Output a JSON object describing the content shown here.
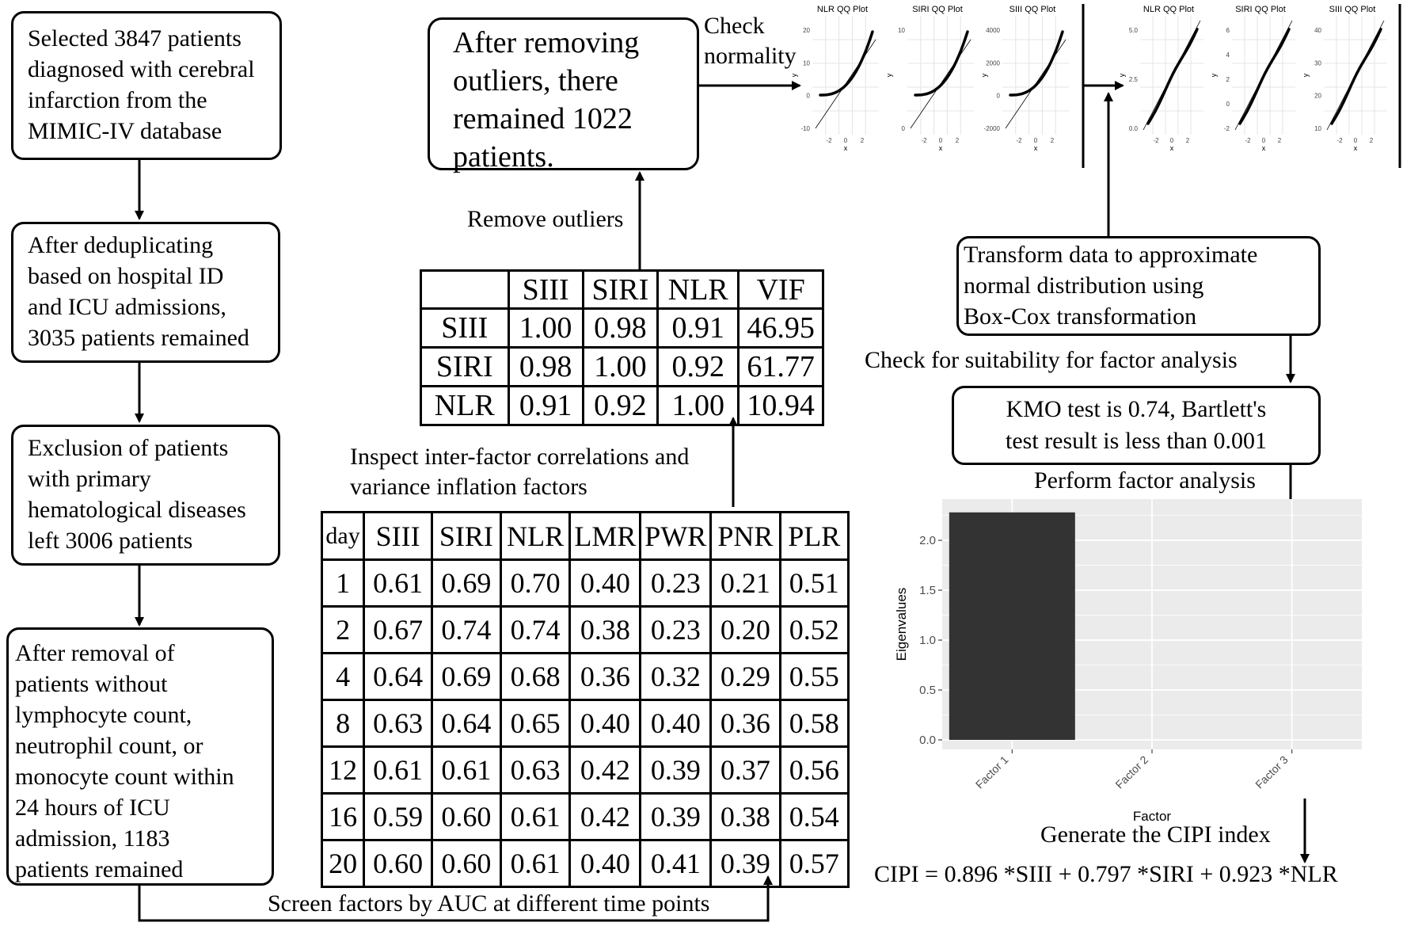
{
  "left_flow": [
    {
      "text": "Selected 3847 patients\ndiagnosed with cerebral\ninfarction from the\nMIMIC-IV database"
    },
    {
      "text": "After deduplicating\nbased on hospital ID\nand ICU admissions,\n3035 patients remained"
    },
    {
      "text": "Exclusion of patients\nwith primary\nhematological diseases\nleft 3006 patients"
    },
    {
      "text": "After removal of\npatients without\nlymphocyte count,\nneutrophil count, or\nmonocyte count within\n24 hours of ICU\nadmission, 1183\npatients remained"
    }
  ],
  "labels": {
    "screen_auc": "Screen factors by AUC at different time points",
    "inspect": "Inspect inter-factor correlations and\nvariance inflation factors",
    "remove_outliers": "Remove outliers",
    "check_normality": "Check\nnormality",
    "check_suitability": "Check for suitability for factor analysis",
    "perform_fa": "Perform factor analysis",
    "generate_cipi": "Generate the CIPI index",
    "cipi_formula": "CIPI = 0.896 *SIII + 0.797 *SIRI + 0.923 *NLR"
  },
  "boxes": {
    "outliers_removed": "After removing\noutliers, there\nremained 1022\npatients.",
    "boxcox": "Transform data to approximate\nnormal distribution using\nBox-Cox transformation",
    "kmo": "KMO test is 0.74, Bartlett's\ntest result is less than 0.001"
  },
  "auc_table": {
    "headers": [
      "day",
      "SIII",
      "SIRI",
      "NLR",
      "LMR",
      "PWR",
      "PNR",
      "PLR"
    ],
    "rows": [
      [
        "1",
        "0.61",
        "0.69",
        "0.70",
        "0.40",
        "0.23",
        "0.21",
        "0.51"
      ],
      [
        "2",
        "0.67",
        "0.74",
        "0.74",
        "0.38",
        "0.23",
        "0.20",
        "0.52"
      ],
      [
        "4",
        "0.64",
        "0.69",
        "0.68",
        "0.36",
        "0.32",
        "0.29",
        "0.55"
      ],
      [
        "8",
        "0.63",
        "0.64",
        "0.65",
        "0.40",
        "0.40",
        "0.36",
        "0.58"
      ],
      [
        "12",
        "0.61",
        "0.61",
        "0.63",
        "0.42",
        "0.39",
        "0.37",
        "0.56"
      ],
      [
        "16",
        "0.59",
        "0.60",
        "0.61",
        "0.42",
        "0.39",
        "0.38",
        "0.54"
      ],
      [
        "20",
        "0.60",
        "0.60",
        "0.61",
        "0.40",
        "0.41",
        "0.39",
        "0.57"
      ]
    ]
  },
  "corr_table": {
    "headers": [
      "",
      "SIII",
      "SIRI",
      "NLR",
      "VIF"
    ],
    "rows": [
      [
        "SIII",
        "1.00",
        "0.98",
        "0.91",
        "46.95"
      ],
      [
        "SIRI",
        "0.98",
        "1.00",
        "0.92",
        "61.77"
      ],
      [
        "NLR",
        "0.91",
        "0.92",
        "1.00",
        "10.94"
      ]
    ]
  },
  "qq_before": [
    {
      "title": "NLR QQ Plot",
      "yticks": [
        "20",
        "10",
        "0",
        "-10"
      ],
      "xticks": [
        "-2",
        "0",
        "2"
      ],
      "xlabel": "x",
      "ylabel": "y",
      "kind": "convex"
    },
    {
      "title": "SIRI QQ Plot",
      "yticks": [
        "10",
        "0"
      ],
      "xticks": [
        "-2",
        "0",
        "2"
      ],
      "xlabel": "x",
      "ylabel": "y",
      "kind": "convex"
    },
    {
      "title": "SIII QQ Plot",
      "yticks": [
        "4000",
        "2000",
        "0",
        "-2000"
      ],
      "xticks": [
        "-2",
        "0",
        "2"
      ],
      "xlabel": "x",
      "ylabel": "y",
      "kind": "convex"
    }
  ],
  "qq_after": [
    {
      "title": "NLR QQ Plot",
      "yticks": [
        "5.0",
        "2.5",
        "0.0"
      ],
      "xticks": [
        "-2",
        "0",
        "2"
      ],
      "xlabel": "x",
      "ylabel": "y",
      "kind": "linear"
    },
    {
      "title": "SIRI QQ Plot",
      "yticks": [
        "6",
        "4",
        "2",
        "0",
        "-2"
      ],
      "xticks": [
        "-2",
        "0",
        "2"
      ],
      "xlabel": "x",
      "ylabel": "y",
      "kind": "linear"
    },
    {
      "title": "SIII QQ Plot",
      "yticks": [
        "40",
        "30",
        "20",
        "10"
      ],
      "xticks": [
        "-2",
        "0",
        "2"
      ],
      "xlabel": "x",
      "ylabel": "y",
      "kind": "linear"
    }
  ],
  "chart_data": {
    "type": "bar",
    "categories": [
      "Factor 1",
      "Factor 2",
      "Factor 3"
    ],
    "values": [
      2.28,
      0,
      0
    ],
    "xlabel": "Factor",
    "ylabel": "Eigenvalues",
    "ylim": [
      0,
      2.35
    ],
    "yticks": [
      "0.0",
      "0.5",
      "1.0",
      "1.5",
      "2.0"
    ],
    "grid": true,
    "colors": {
      "bar": "#333333",
      "panel": "#ebebeb",
      "grid": "#ffffff"
    }
  }
}
